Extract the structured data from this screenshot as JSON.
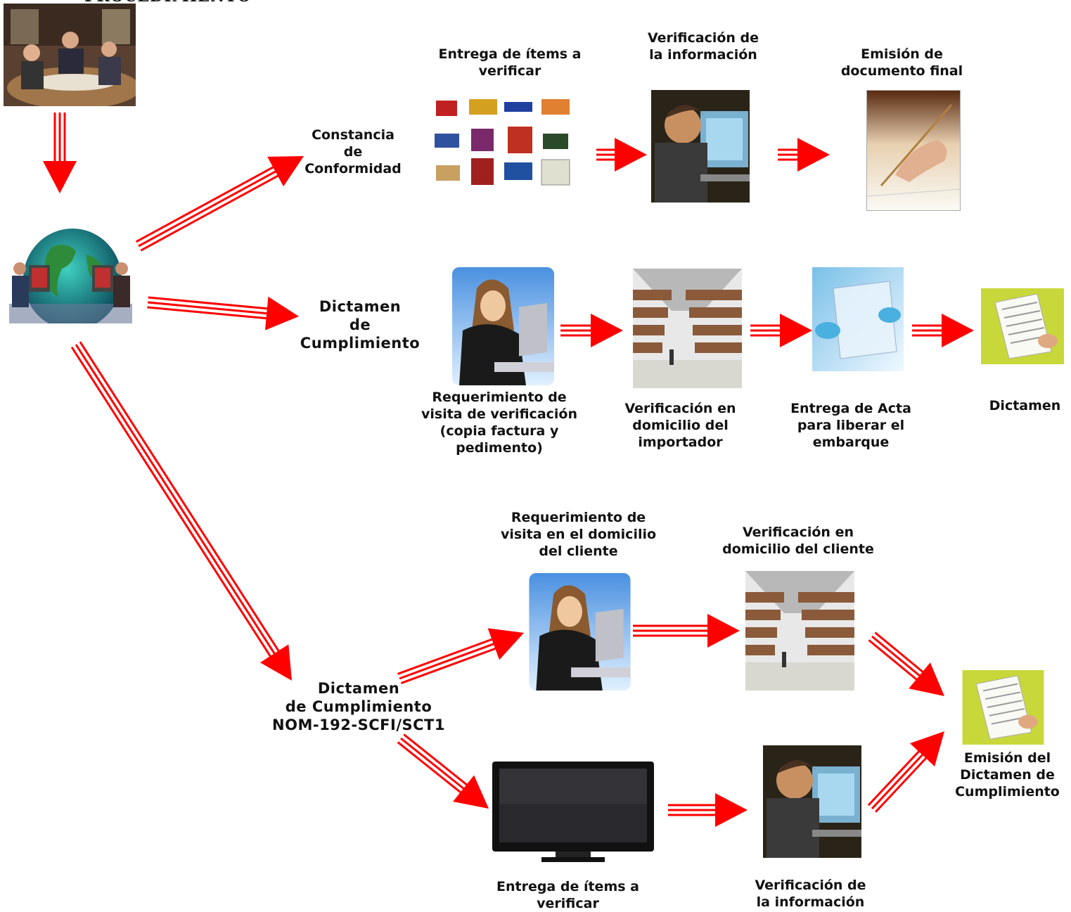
{
  "header": {
    "title": "PROCEDIMIENTO"
  },
  "colors": {
    "arrow": "#ff0000",
    "arrow_dark": "#cc0000"
  },
  "branches": {
    "constancia": {
      "label": "Constancia\nde\nConformidad"
    },
    "dictamen": {
      "label": "Dictamen\nde\nCumplimiento"
    },
    "nom": {
      "label": "Dictamen\nde Cumplimiento\nNOM-192-SCFI/SCT1"
    }
  },
  "row1": {
    "step1": "Entrega de ítems a\nverificar",
    "step2": "Verificación de\nla información",
    "step3": "Emisión de\ndocumento final"
  },
  "row2": {
    "step1": "Requerimiento de\nvisita de verificación\n(copia factura y\npedimento)",
    "step2": "Verificación en\ndomicilio del\nimportador",
    "step3": "Entrega de Acta\npara liberar el\nembarque",
    "step4": "Dictamen"
  },
  "row3": {
    "upper1": "Requerimiento de\nvisita en el domicilio\ndel cliente",
    "upper2": "Verificación en\ndomicilio del cliente",
    "lower1": "Entrega de ítems a\nverificar",
    "lower2": "Verificación de\nla información",
    "final": "Emisión del\nDictamen de\nCumplimiento"
  }
}
